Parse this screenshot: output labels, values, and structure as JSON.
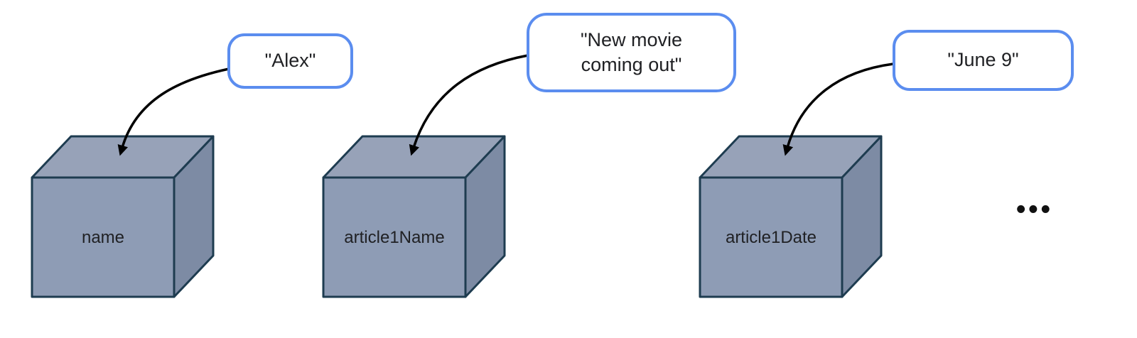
{
  "diagram": {
    "variables": [
      {
        "name": "name",
        "value": "\"Alex\""
      },
      {
        "name": "article1Name",
        "value": "\"New movie\ncoming out\""
      },
      {
        "name": "article1Date",
        "value": "\"June 9\""
      }
    ],
    "ellipsis": "•••",
    "colors": {
      "cube_front": "#8e9cb5",
      "cube_top": "#97a2b8",
      "cube_side": "#7d8ba4",
      "cube_outline": "#1e3c50",
      "bubble_border": "#5b8def",
      "bubble_background": "#ffffff",
      "arrow": "#000000",
      "label_text": "#202124"
    }
  }
}
